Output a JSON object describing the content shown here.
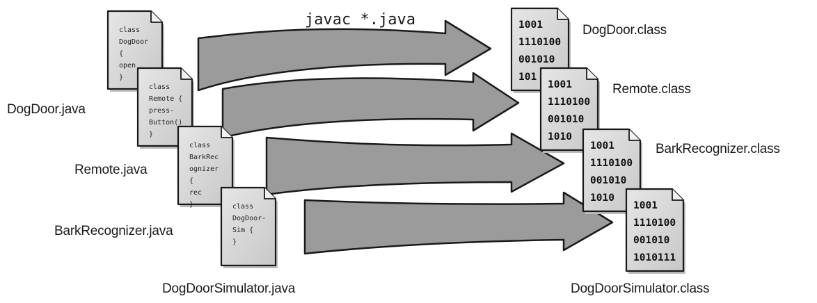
{
  "command": "javac *.java",
  "sources": [
    {
      "filename": "DogDoor.java",
      "code": [
        "class",
        "DogDoor",
        "{",
        "  open",
        "}"
      ]
    },
    {
      "filename": "Remote.java",
      "code": [
        "class",
        "Remote {",
        "  press-",
        "Button()",
        "}"
      ]
    },
    {
      "filename": "BarkRecognizer.java",
      "code": [
        "class",
        "BarkRec",
        "ognizer",
        "{",
        "  rec",
        "}"
      ]
    },
    {
      "filename": "DogDoorSimulator.java",
      "code": [
        "class",
        "DogDoor-",
        "Sim {",
        "}"
      ]
    }
  ],
  "outputs": [
    {
      "filename": "DogDoor.class",
      "binary": [
        "1001",
        "1110100",
        "001010",
        "101"
      ]
    },
    {
      "filename": "Remote.class",
      "binary": [
        "1001",
        "1110100",
        "001010",
        "1010"
      ]
    },
    {
      "filename": "BarkRecognizer.class",
      "binary": [
        "1001",
        "1110100",
        "001010",
        "1010"
      ]
    },
    {
      "filename": "DogDoorSimulator.class",
      "binary": [
        "1001",
        "1110100",
        "001010",
        "1010111"
      ]
    }
  ],
  "colors": {
    "arrow_fill": "#9b9b9b",
    "arrow_stroke": "#1a1a1a",
    "paper_fill": "#dcdcdc",
    "paper_stroke": "#1a1a1a"
  }
}
